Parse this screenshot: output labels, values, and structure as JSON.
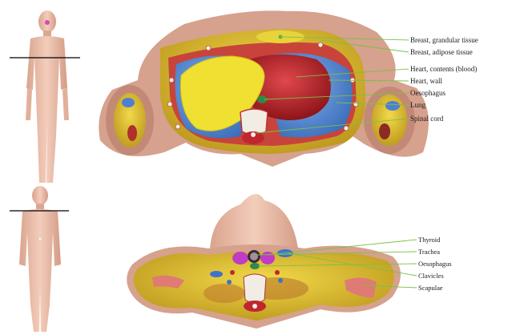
{
  "colors": {
    "skin": "#e8b9a3",
    "skin_shade": "#c98f78",
    "fat": "#e3c21c",
    "lung": "#5b8fd6",
    "heart": "#c0272d",
    "muscle": "#c8443a",
    "bone": "#f2ede4",
    "leader_line": "#7ac143",
    "marker_line": "#000000"
  },
  "top_section": {
    "labels": [
      {
        "id": "breast-glandular",
        "text": "Breast, grandular tissue"
      },
      {
        "id": "breast-adipose",
        "text": "Breast, adipose tissue"
      },
      {
        "id": "heart-contents",
        "text": "Heart, contents (blood)"
      },
      {
        "id": "heart-wall",
        "text": "Heart, wall"
      },
      {
        "id": "oesophagus",
        "text": "Oesophagus"
      },
      {
        "id": "lung",
        "text": "Lung"
      },
      {
        "id": "spinal-cord",
        "text": "Spinal cord"
      }
    ]
  },
  "bottom_section": {
    "labels": [
      {
        "id": "thyroid",
        "text": "Thyroid"
      },
      {
        "id": "trachea",
        "text": "Trachea"
      },
      {
        "id": "oesophagus",
        "text": "Oesophagus"
      },
      {
        "id": "clavicles",
        "text": "Clavicles"
      },
      {
        "id": "scapulae",
        "text": "Scapulae"
      }
    ]
  }
}
